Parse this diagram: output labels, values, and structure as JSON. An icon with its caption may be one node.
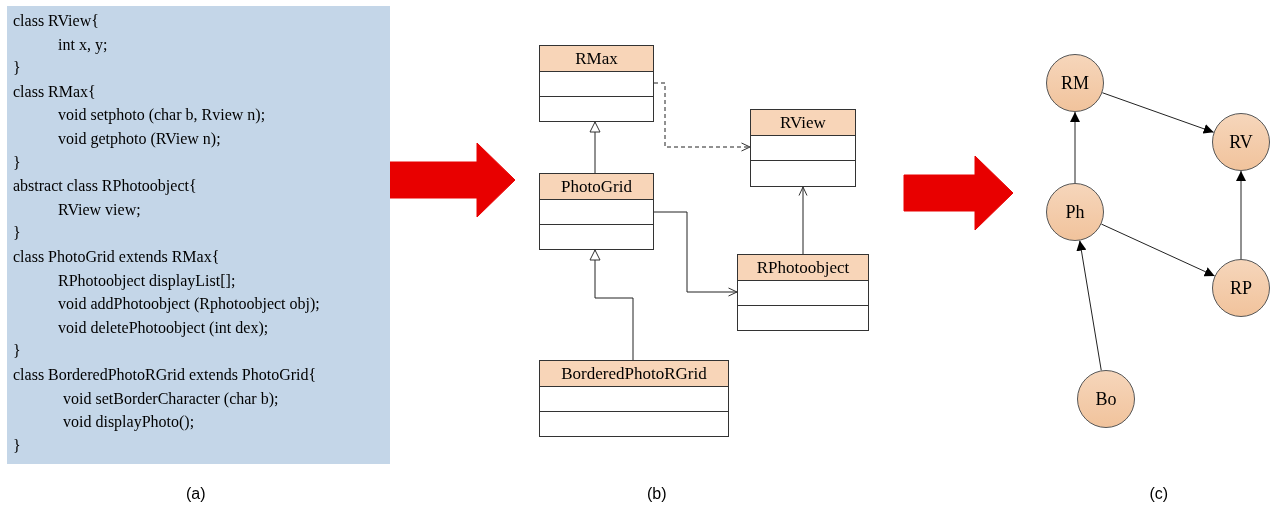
{
  "diagram": {
    "nodes": [
      {
        "text": [
          "class RView{",
          "int x, y;",
          "}",
          "class RMax{",
          "void setphoto (char b, Rview n);",
          "void getphoto (RView n);",
          "}",
          "abstract class RPhotoobject{",
          "RView view;",
          "}",
          "class PhotoGrid extends RMax{",
          "RPhotoobject displayList[];",
          "void addPhotoobject (Rphotoobject obj);",
          "void deletePhotoobject (int dex);",
          "}",
          "class BorderedPhotoRGrid extends PhotoGrid{",
          "void setBorderCharacter (char b);",
          "void displayPhoto();",
          "}"
        ],
        "beside": [
          "(a)"
        ]
      },
      {
        "text": [
          "(b)"
        ]
      },
      {
        "text": [
          "RMax"
        ],
        "in": 1
      },
      {
        "text": [
          "RView"
        ],
        "in": 1
      },
      {
        "text": [
          "PhotoGrid"
        ],
        "in": 1
      },
      {
        "text": [
          "RPhotoobject"
        ],
        "in": 1
      },
      {
        "text": [
          "BorderedPhotoRGrid"
        ],
        "in": 1
      },
      {
        "text": [
          "(c)"
        ]
      },
      {
        "text": [
          "RM"
        ],
        "in": 7
      },
      {
        "text": [
          "RV"
        ],
        "in": 7
      },
      {
        "text": [
          "Ph"
        ],
        "in": 7
      },
      {
        "text": [
          "RP"
        ],
        "in": 7
      },
      {
        "text": [
          "Bo"
        ],
        "in": 7
      }
    ],
    "edges": [
      {
        "from": 0,
        "to": 1,
        "arrow": "to",
        "style": "thick",
        "color": "#e80000"
      },
      {
        "from": 1,
        "to": 7,
        "arrow": "to",
        "style": "thick",
        "color": "#e80000"
      },
      {
        "from": 4,
        "to": 2,
        "arrow": "to"
      },
      {
        "from": 6,
        "to": 4,
        "arrow": "to"
      },
      {
        "from": 2,
        "to": 3,
        "arrow": "to",
        "style": "dashed"
      },
      {
        "from": 4,
        "to": 5,
        "arrow": "to"
      },
      {
        "from": 5,
        "to": 3,
        "arrow": "to"
      },
      {
        "from": 10,
        "to": 8,
        "arrow": "to"
      },
      {
        "from": 8,
        "to": 9,
        "arrow": "to"
      },
      {
        "from": 10,
        "to": 11,
        "arrow": "to"
      },
      {
        "from": 11,
        "to": 9,
        "arrow": "to"
      },
      {
        "from": 12,
        "to": 10,
        "arrow": "to"
      }
    ]
  }
}
